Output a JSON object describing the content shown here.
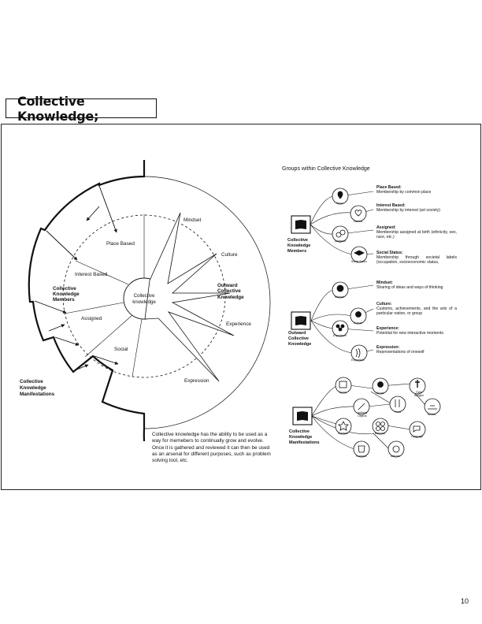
{
  "title": "Collective Knowledge;",
  "page_number": "10",
  "description": "Collective knowledge has the ability to be used as a way for memebers to continually grow and evolve. Once it is gathered and reviewed it can then be used as an arsenal for different purposes, such as problem solving tool, etc.",
  "wheel": {
    "center": "Collective knowledge",
    "inner_labels": [
      "Place Based",
      "Interest Based",
      "Assigned",
      "Social"
    ],
    "outer_labels": [
      "Mindset",
      "Culture",
      "Experience",
      "Expression"
    ],
    "left_label_members": "Collective Knowledge Members",
    "left_label_manifestations": "Collective Knowledge Manifestations",
    "right_label_outward": "Outward Collective Knowledge"
  },
  "groups": {
    "heading": "Groups within Collective Knowledge",
    "members": {
      "label": "Collective Knowledge Members",
      "icons": [
        {
          "name": "place-icon",
          "label": "Place"
        },
        {
          "name": "interest-icon",
          "label": "Interest"
        },
        {
          "name": "assigned-icon",
          "label": "Assigned"
        },
        {
          "name": "social-status-icon",
          "label": "Social Status"
        }
      ],
      "defs": [
        {
          "term": "Place Based:",
          "text": "Membership by common place"
        },
        {
          "term": "Interest Based:",
          "text": "Membership by interest (art society)"
        },
        {
          "term": "Assigned:",
          "text": "Membership assigned at birth (ethnicity, sex, race, etc.)"
        },
        {
          "term": "Social Status:",
          "text": "Membership through societal labels (occupation, socioeconomic status,"
        }
      ]
    },
    "outward": {
      "label": "Outward Collective Knowledge",
      "icons": [
        {
          "name": "mindset-icon",
          "label": "Mindset"
        },
        {
          "name": "culture-icon",
          "label": "Culture"
        },
        {
          "name": "experience-icon",
          "label": "Experience"
        },
        {
          "name": "expression-icon",
          "label": "Expression"
        }
      ],
      "defs": [
        {
          "term": "Mindset:",
          "text": "Sharing of ideas and ways of thinking"
        },
        {
          "term": "Culture:",
          "text": "Customs, achievements, and the arts of a particular nation, or group"
        },
        {
          "term": "Experience:",
          "text": "Potential for new interactive moments"
        },
        {
          "term": "Expression:",
          "text": "Representations of oneself"
        }
      ]
    },
    "manifestations": {
      "label": "Collective Knowledge Manifestations",
      "icons": [
        {
          "name": "event-icon",
          "label": "Event"
        },
        {
          "name": "rituals-icon",
          "label": "Rituals"
        },
        {
          "name": "faith-icon",
          "label": "Faith Religion"
        },
        {
          "name": "arts-icon",
          "label": "Artifacts Objects"
        },
        {
          "name": "food-icon",
          "label": "Food"
        },
        {
          "name": "beliefs-icon",
          "label": "Beliefs"
        },
        {
          "name": "symbols-icon",
          "label": "Symbols"
        },
        {
          "name": "behavior-icon",
          "label": "Behavior"
        },
        {
          "name": "language-icon",
          "label": "Language"
        },
        {
          "name": "costume-icon",
          "label": "Costume"
        },
        {
          "name": "attitude-icon",
          "label": "Attitude"
        }
      ]
    }
  }
}
